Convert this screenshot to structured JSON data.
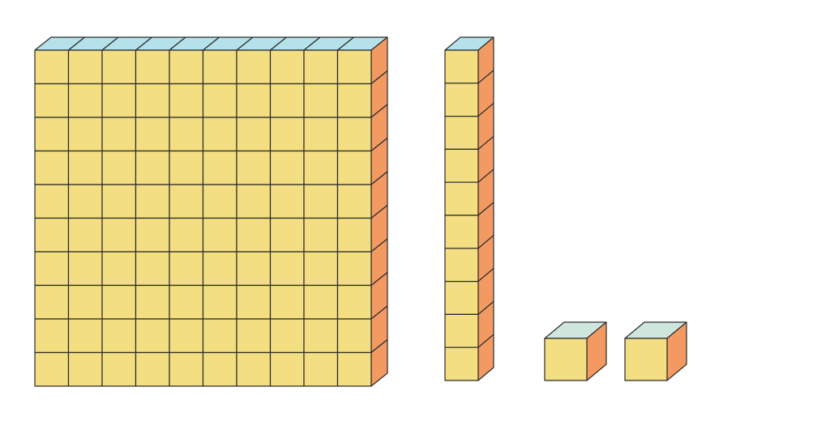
{
  "blocks": [
    {
      "kind": "hundred-flat",
      "columns": 10,
      "rows": 10,
      "top_color": "#b5e2ea"
    },
    {
      "kind": "ten-rod",
      "columns": 1,
      "rows": 10,
      "top_color": "#b5e2ea"
    },
    {
      "kind": "unit-cube",
      "columns": 1,
      "rows": 1,
      "top_color": "#cfe6dd"
    },
    {
      "kind": "unit-cube",
      "columns": 1,
      "rows": 1,
      "top_color": "#cfe6dd"
    }
  ],
  "colors": {
    "front": "#f3de82",
    "side": "#f29a62",
    "stroke": "#2b2b2b",
    "background": "#ffffff"
  }
}
